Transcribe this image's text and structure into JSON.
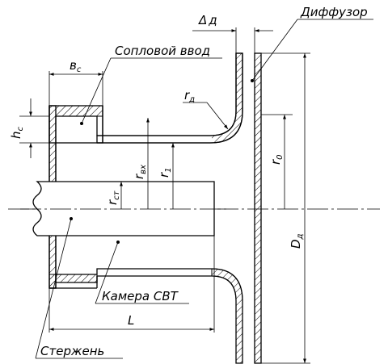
{
  "labels": {
    "diffuser": "Диффузор",
    "nozzle_inlet": "Сопловой ввод",
    "chamber": "Камера СВТ",
    "rod": "Стержень"
  },
  "dimensions": {
    "delta": "Δ",
    "delta_sub": "д",
    "b": "в",
    "b_sub": "с",
    "h": "h",
    "h_sub": "c",
    "r_d": "r",
    "r_d_sub": "д",
    "r_vx": "r",
    "r_vx_sub": "вх",
    "r1": "r",
    "r1_sub": "1",
    "r_st": "r",
    "r_st_sub": "ст",
    "r0": "r",
    "r0_sub": "0",
    "D": "D",
    "D_sub": "д",
    "L": "L"
  }
}
